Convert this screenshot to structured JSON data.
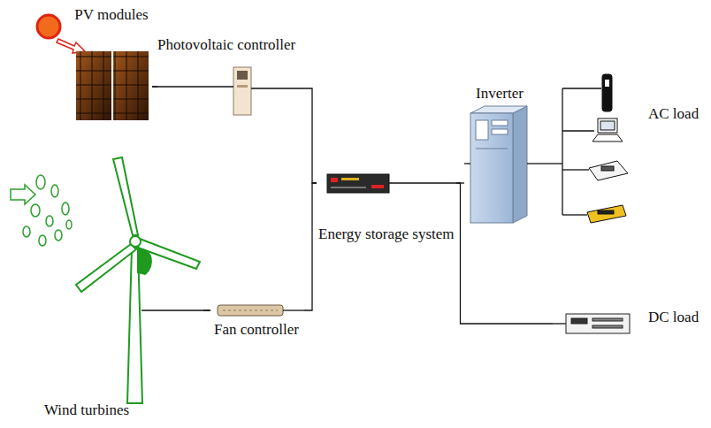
{
  "diagram": {
    "nodes": [
      {
        "text": [
          "PV modules"
        ]
      },
      {
        "text": [
          "Photovoltaic controller"
        ]
      },
      {
        "text": [
          "Wind turbines"
        ]
      },
      {
        "text": [
          "Fan controller"
        ]
      },
      {
        "text": [
          "Energy storage system"
        ]
      },
      {
        "text": [
          "Inverter"
        ]
      },
      {
        "text": [
          "AC load"
        ]
      },
      {
        "text": [
          "DC load"
        ]
      }
    ],
    "edges": [
      {
        "from": 0,
        "to": 1,
        "arrow": "none"
      },
      {
        "from": 2,
        "to": 3,
        "arrow": "none"
      },
      {
        "from": 1,
        "to": 4,
        "arrow": "none"
      },
      {
        "from": 3,
        "to": 4,
        "arrow": "none"
      },
      {
        "from": 4,
        "to": 5,
        "arrow": "none"
      },
      {
        "from": 4,
        "to": 7,
        "arrow": "none"
      },
      {
        "from": 5,
        "to": 6,
        "arrow": "none"
      }
    ]
  }
}
